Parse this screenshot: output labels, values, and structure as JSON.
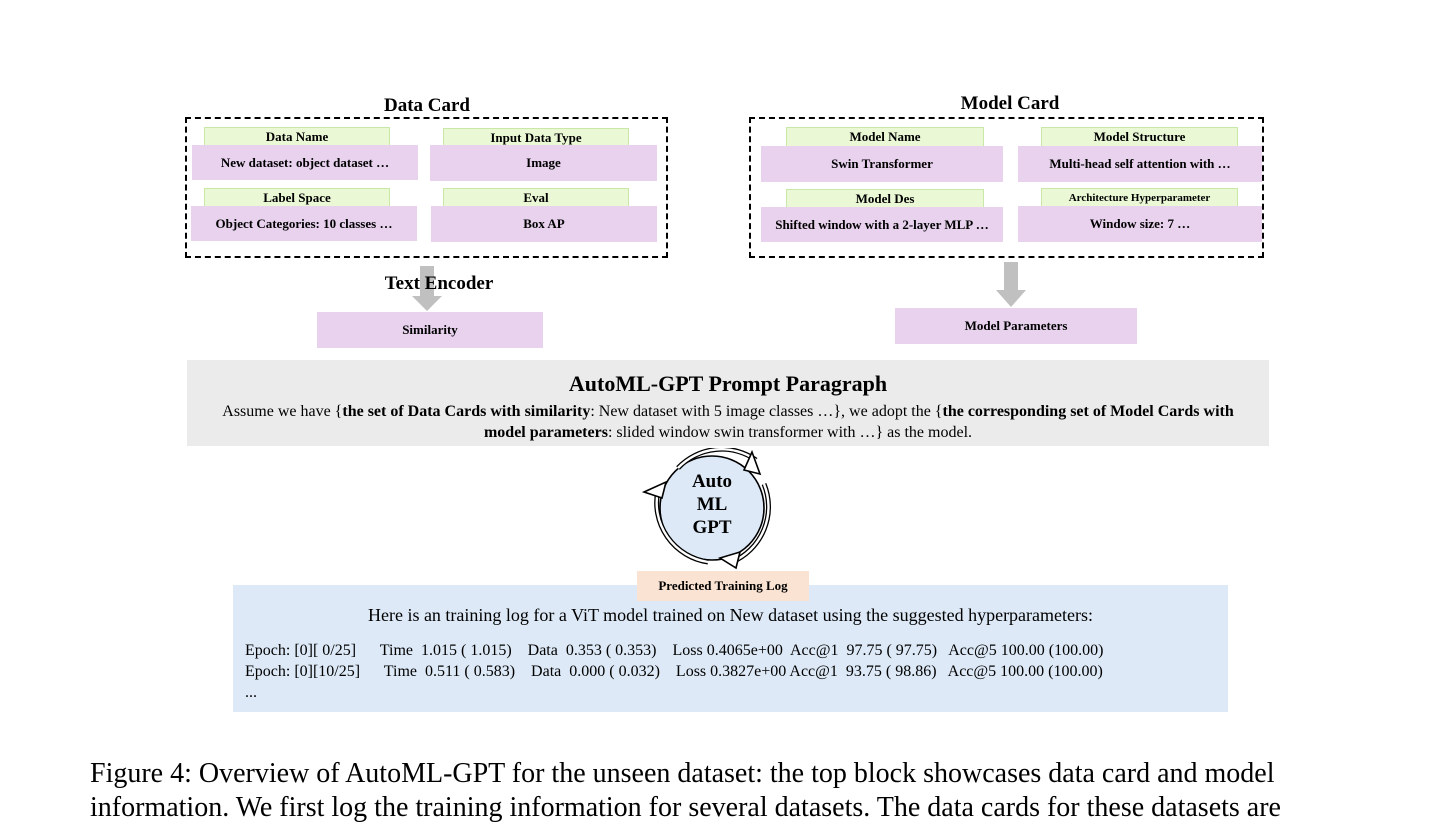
{
  "data_card": {
    "title": "Data Card",
    "fields": [
      {
        "label": "Data Name",
        "value": "New dataset: object dataset …"
      },
      {
        "label": "Input Data Type",
        "value": "Image"
      },
      {
        "label": "Label Space",
        "value": "Object Categories: 10 classes …"
      },
      {
        "label": "Eval",
        "value": "Box AP"
      }
    ]
  },
  "model_card": {
    "title": "Model Card",
    "fields": [
      {
        "label": "Model Name",
        "value": "Swin Transformer"
      },
      {
        "label": "Model Structure",
        "value": "Multi-head self attention with …"
      },
      {
        "label": "Model Des",
        "value": "Shifted window with a 2-layer MLP …"
      },
      {
        "label": "Architecture Hyperparameter",
        "value": "Window size: 7 …"
      }
    ]
  },
  "text_encoder": {
    "label": "Text Encoder",
    "output": "Similarity"
  },
  "model_parameters": {
    "label": "Model Parameters"
  },
  "prompt": {
    "title": "AutoML-GPT Prompt Paragraph",
    "p1": "Assume we have {",
    "b1": "the set of Data Cards with similarity",
    "p2": ": New dataset with 5 image classes …}, we adopt the {",
    "b2": "the corresponding set of Model Cards with model parameters",
    "p3": ": slided window swin transformer with …} as the model."
  },
  "cycle": {
    "line1": "Auto",
    "line2": "ML",
    "line3": "GPT"
  },
  "training_log": {
    "label": "Predicted Training Log",
    "intro": "Here is an training log for a ViT model trained on New dataset using the suggested hyperparameters:",
    "row1": "Epoch: [0][ 0/25]      Time  1.015 ( 1.015)    Data  0.353 ( 0.353)    Loss 0.4065e+00  Acc@1  97.75 ( 97.75)   Acc@5 100.00 (100.00)",
    "row2": "Epoch: [0][10/25]      Time  0.511 ( 0.583)    Data  0.000 ( 0.032)    Loss 0.3827e+00 Acc@1  93.75 ( 98.86)   Acc@5 100.00 (100.00)",
    "row3": "..."
  },
  "caption": {
    "line1": "Figure 4: Overview of AutoML-GPT for the unseen dataset: the top block showcases data card and model",
    "line2": "information. We first log the training information for several datasets. The data cards for these datasets are"
  },
  "colors": {
    "label_green": "#eaf8d6",
    "value_purple": "#e8d2ee",
    "prompt_gray": "#ebebeb",
    "log_blue": "#dde9f6",
    "log_label_peach": "#fbe3d3",
    "arrow_gray": "#c0c0c0",
    "circle_fill": "#dde9f6"
  }
}
